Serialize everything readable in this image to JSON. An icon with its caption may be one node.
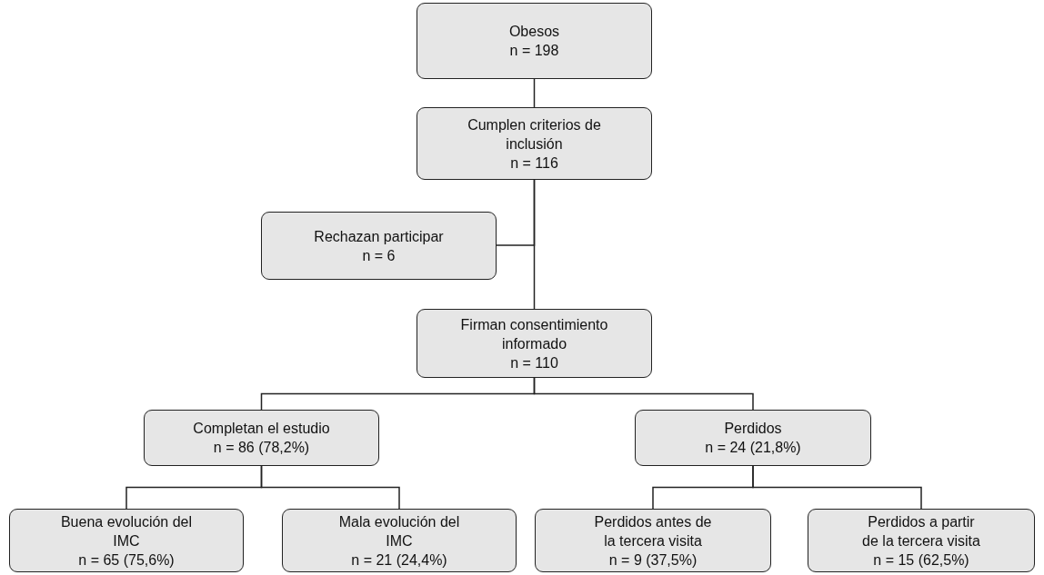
{
  "diagram": {
    "nodes": [
      {
        "text": [
          "Obesos",
          "n = 198"
        ]
      },
      {
        "text": [
          "Cumplen criterios de inclusión",
          "n = 116"
        ]
      },
      {
        "text": [
          "Rechazan participar",
          "n = 6"
        ]
      },
      {
        "text": [
          "Firman consentimiento informado",
          "n = 110"
        ]
      },
      {
        "text": [
          "Completan el estudio",
          "n = 86 (78,2%)"
        ]
      },
      {
        "text": [
          "Perdidos",
          "n = 24 (21,8%)"
        ]
      },
      {
        "text": [
          "Buena evolución del IMC",
          "n = 65 (75,6%)"
        ]
      },
      {
        "text": [
          "Mala evolución del IMC",
          "n = 21 (24,4%)"
        ]
      },
      {
        "text": [
          "Perdidos antes de la tercera visita",
          "n = 9 (37,5%)"
        ]
      },
      {
        "text": [
          "Perdidos a partir de la tercera visita",
          "n = 15 (62,5%)"
        ]
      }
    ],
    "edges": [
      {
        "from": 0,
        "to": 1,
        "arrow": "none"
      },
      {
        "from": 1,
        "to": 2,
        "arrow": "none"
      },
      {
        "from": 1,
        "to": 3,
        "arrow": "none"
      },
      {
        "from": 3,
        "to": 4,
        "arrow": "none"
      },
      {
        "from": 3,
        "to": 5,
        "arrow": "none"
      },
      {
        "from": 4,
        "to": 6,
        "arrow": "none"
      },
      {
        "from": 4,
        "to": 7,
        "arrow": "none"
      },
      {
        "from": 5,
        "to": 8,
        "arrow": "none"
      },
      {
        "from": 5,
        "to": 9,
        "arrow": "none"
      }
    ]
  }
}
